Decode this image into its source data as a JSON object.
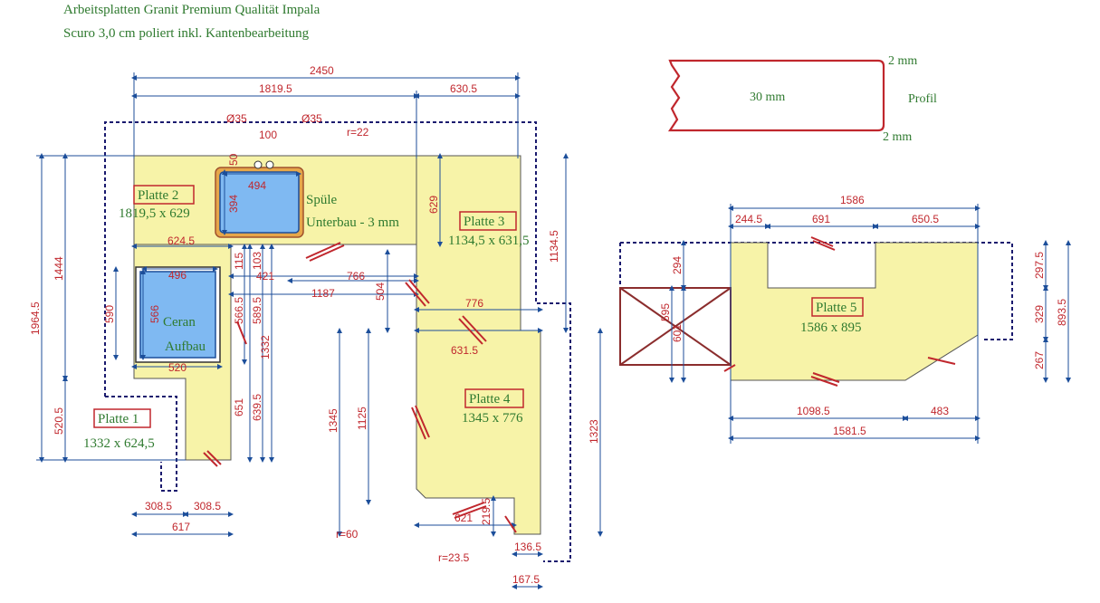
{
  "header": {
    "line1": "Arbeitsplatten Granit Premium Qualität Impala",
    "line2": "Scuro 3,0 cm poliert inkl. Kantenbearbeitung"
  },
  "colors": {
    "slab_fill": "#f7f3a8",
    "sink_fill": "#7fb9f2",
    "dimension_blue": "#1c4e9a",
    "text_red": "#c0272d",
    "text_green": "#2f7a2f",
    "wall_dashed": "#1a1a6e"
  },
  "profile": {
    "thickness": "30 mm",
    "top_edge": "2 mm",
    "bottom_edge": "2 mm",
    "label": "Profil"
  },
  "plates": [
    {
      "name": "Platte 1",
      "size": "1332 x 624,5"
    },
    {
      "name": "Platte 2",
      "size": "1819,5 x 629"
    },
    {
      "name": "Platte 3",
      "size": "1134,5 x 631,5"
    },
    {
      "name": "Platte 4",
      "size": "1345 x 776"
    },
    {
      "name": "Platte 5",
      "size": "1586 x 895"
    }
  ],
  "cutouts": {
    "sink_line1": "Spüle",
    "sink_line2": "Unterbau - 3 mm",
    "hob_line1": "Ceran",
    "hob_line2": "Aufbau"
  },
  "dimensions": {
    "top_2450": "2450",
    "top_1819_5": "1819.5",
    "top_630_5": "630.5",
    "hole_left": "Ø35",
    "hole_right": "Ø35",
    "hole_gap": "100",
    "radius_sink": "r=22",
    "sink_height_50": "50",
    "sink_width": "494",
    "sink_depth": "394",
    "plate3_629": "629",
    "v_1134_5": "1134.5",
    "v_1964_5": "1964.5",
    "v_1444": "1444",
    "v_520_5": "520.5",
    "h_624_5": "624.5",
    "v_115": "115",
    "v_103": "103",
    "h_421": "421",
    "h_766": "766",
    "h_1187": "1187",
    "v_504": "504",
    "h_776": "776",
    "h_496": "496",
    "v_590": "590",
    "v_566": "566",
    "v_566_5": "566.5",
    "v_589_5": "589.5",
    "v_1332": "1332",
    "h_520": "520",
    "v_651": "651",
    "v_639_5": "639.5",
    "h_631_5": "631.5",
    "v_1345": "1345",
    "v_1125": "1125",
    "v_1323": "1323",
    "h_308_5_left": "308.5",
    "h_308_5_right": "308.5",
    "h_617": "617",
    "h_621": "621",
    "v_219_5": "219.5",
    "radius_60": "r=60",
    "radius_23_5": "r=23.5",
    "h_136_5": "136.5",
    "h_167_5": "167.5",
    "p5_1586": "1586",
    "p5_244_5": "244.5",
    "p5_691": "691",
    "p5_650_5": "650.5",
    "p5_294": "294",
    "p5_595": "595",
    "p5_601": "601",
    "p5_297_5": "297.5",
    "p5_329": "329",
    "p5_267": "267",
    "p5_893_5": "893.5",
    "p5_1098_5": "1098.5",
    "p5_483": "483",
    "p5_1581_5": "1581.5"
  }
}
